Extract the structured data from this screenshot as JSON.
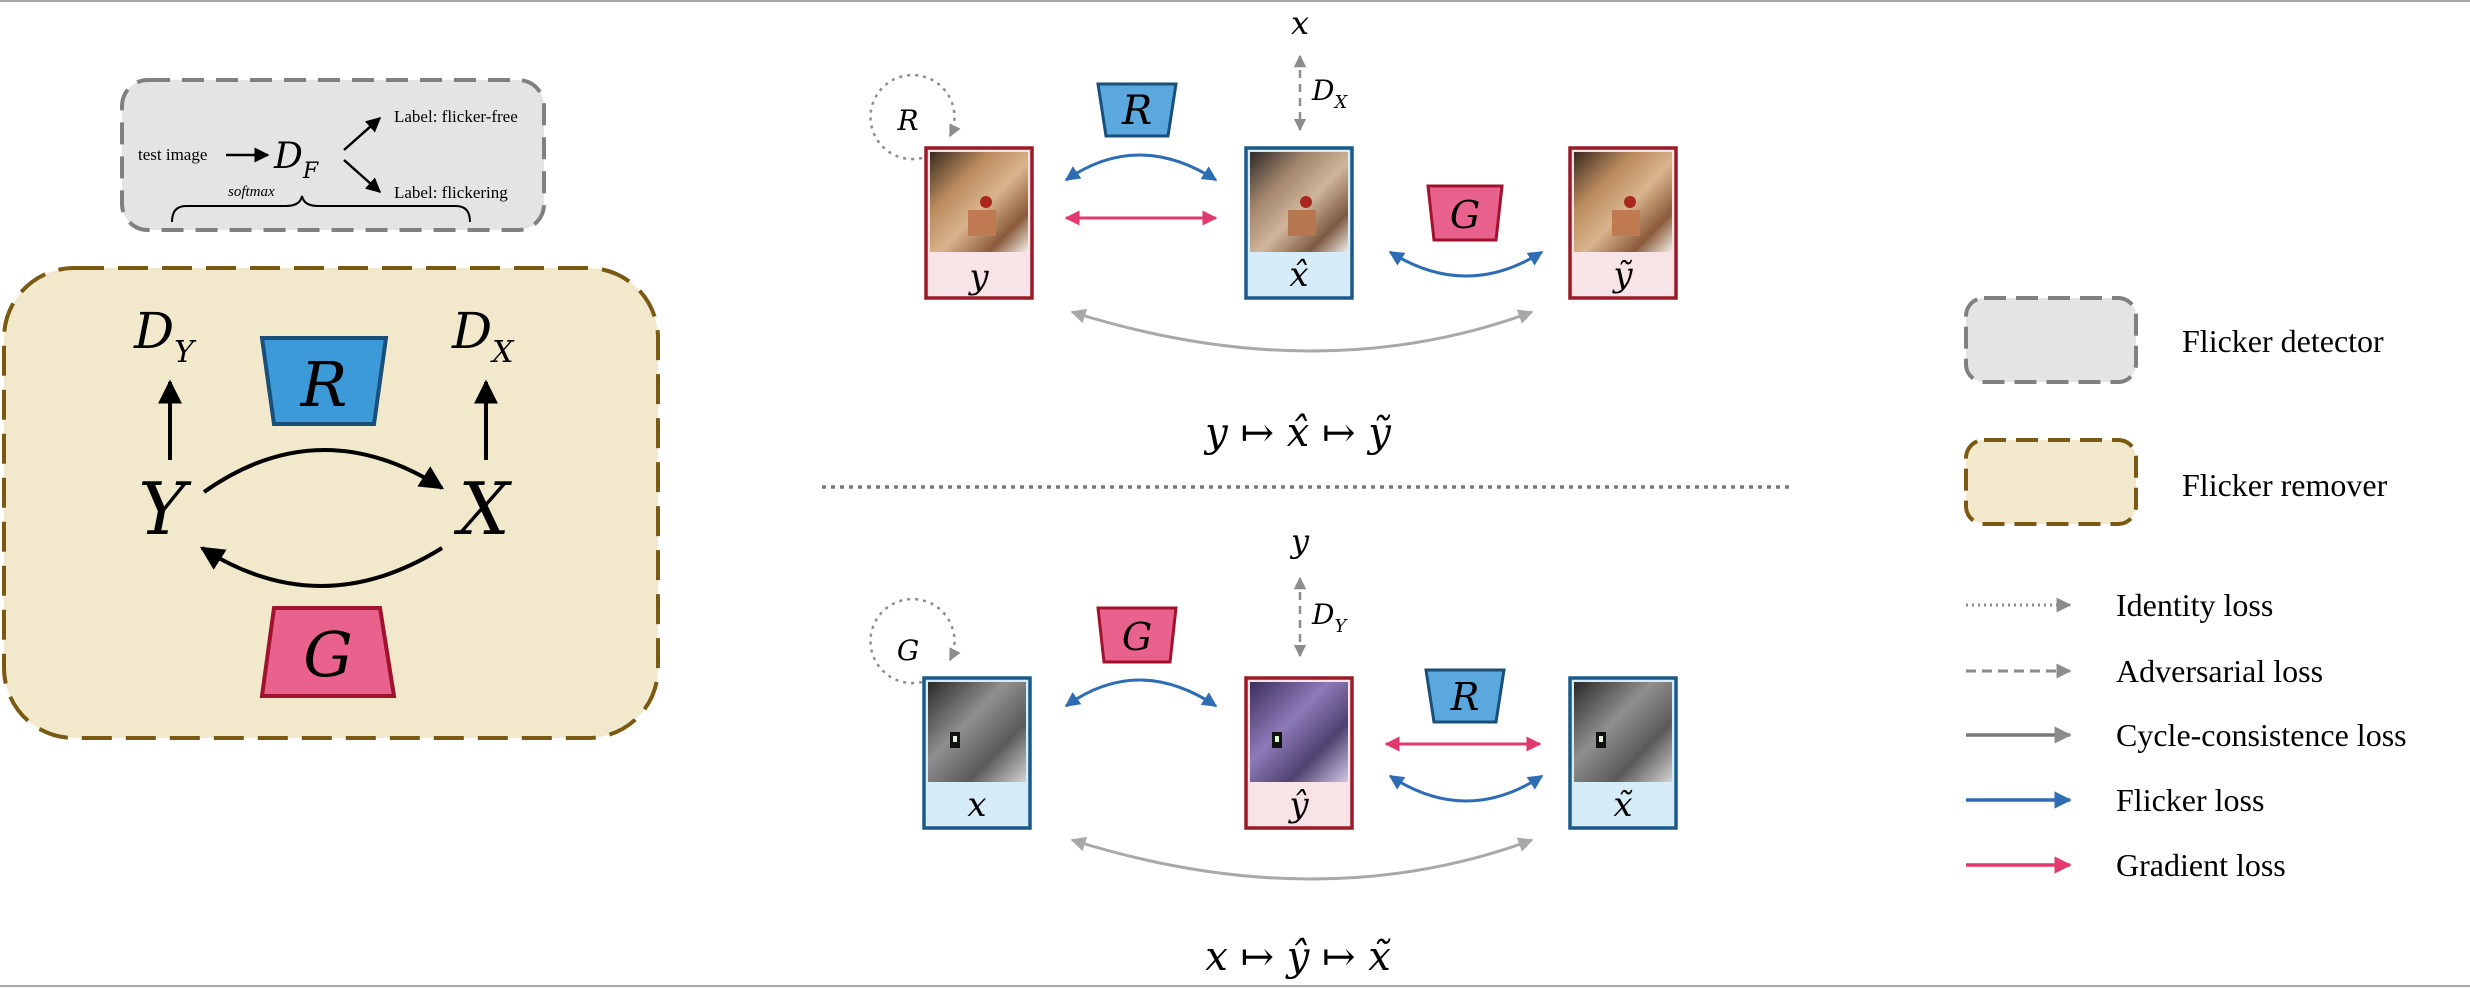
{
  "colors": {
    "detector_fill": "#e4e4e4",
    "detector_stroke": "#808080",
    "remover_fill": "#f2e8cb",
    "remover_stroke": "#7a5a12",
    "r_fill": "#3d9ad8",
    "r_stroke": "#1a4f7a",
    "g_fill": "#e9628e",
    "g_stroke": "#a0122e",
    "flicker": "#2e6db4",
    "gradient": "#e23a6e",
    "cycle": "#a8a8a8",
    "gray_arrow": "#8c8c8c",
    "blue_frame": "#1a5a8a",
    "blue_label_bg": "#d6ecf8",
    "red_frame": "#9a1a26",
    "red_label_bg": "#f8e4e6"
  },
  "detector": {
    "input_label": "test image",
    "disc_main": "D",
    "disc_sub": "F",
    "label_free": "Label: flicker-free",
    "label_flicker": "Label: flickering",
    "brace_label": "softmax"
  },
  "remover": {
    "dy_main": "D",
    "dy_sub": "Y",
    "dx_main": "D",
    "dx_sub": "X",
    "y": "Y",
    "x": "X",
    "r": "R",
    "g": "G"
  },
  "top_row": {
    "x_top": "x",
    "disc_main": "D",
    "disc_sub": "X",
    "self_loop": "R",
    "r_box": "R",
    "g_box": "G",
    "frame1": "y",
    "frame2": "x̂",
    "frame3": "ỹ",
    "caption": "y ↦ x̂ ↦ ỹ"
  },
  "bottom_row": {
    "y_top": "y",
    "disc_main": "D",
    "disc_sub": "Y",
    "self_loop": "G",
    "g_box": "G",
    "r_box": "R",
    "frame1": "x",
    "frame2": "ŷ",
    "frame3": "x̃",
    "caption": "x ↦ ŷ ↦ x̃"
  },
  "legend": {
    "detector": "Flicker detector",
    "remover": "Flicker remover",
    "identity": "Identity loss",
    "adversarial": "Adversarial loss",
    "cycle": "Cycle-consistence loss",
    "flicker": "Flicker loss",
    "gradient": "Gradient loss"
  }
}
